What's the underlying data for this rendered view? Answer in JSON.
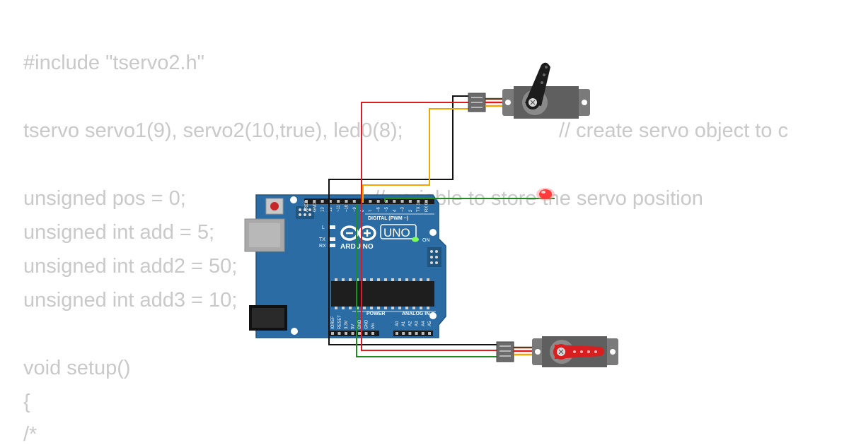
{
  "code": {
    "lines": [
      "#include \"tservo2.h\"",
      "tservo servo1(9), servo2(10,true), led0(8);",
      "// create servo object to c",
      "unsigned pos = 0;",
      "// variable to store the servo position",
      "unsigned int add = 5;",
      "unsigned int add2 = 50;",
      "unsigned int add3 = 10;",
      "void setup()",
      "{",
      "/*"
    ]
  },
  "board": {
    "logo_text": "ARDUINO",
    "model": "UNO",
    "digital_label": "DIGITAL (PWM ~)",
    "power_label": "POWER",
    "analog_label": "ANALOG IN",
    "on_label": "ON",
    "l_label": "L",
    "tx_label": "TX",
    "rx_label": "RX",
    "aref_label": "AREF",
    "digital_pins": [
      "AREF",
      "GND",
      "13",
      "12",
      "~11",
      "~10",
      "~9",
      "8",
      "7",
      "~6",
      "~5",
      "4",
      "~3",
      "2",
      "TX 1",
      "RX 0"
    ],
    "power_pins": [
      "IOREF",
      "RESET",
      "3.3V",
      "5V",
      "GND",
      "GND",
      "Vin"
    ],
    "analog_pins": [
      "A0",
      "A1",
      "A2",
      "A3",
      "A4",
      "A5"
    ]
  },
  "colors": {
    "board": "#2a6ca3",
    "board_dark": "#1f557f",
    "code_text": "#c9c9c9",
    "wire_black": "#111111",
    "wire_red": "#e01b1b",
    "wire_orange": "#f0a500",
    "wire_green": "#1f8a1f",
    "servo_body": "#666666",
    "horn_black": "#1c1c1c",
    "horn_red": "#d81e1e",
    "led_red": "#ff3b3b"
  },
  "components": [
    "servo1-icon",
    "servo2-icon",
    "led-icon",
    "arduino-uno-board"
  ]
}
